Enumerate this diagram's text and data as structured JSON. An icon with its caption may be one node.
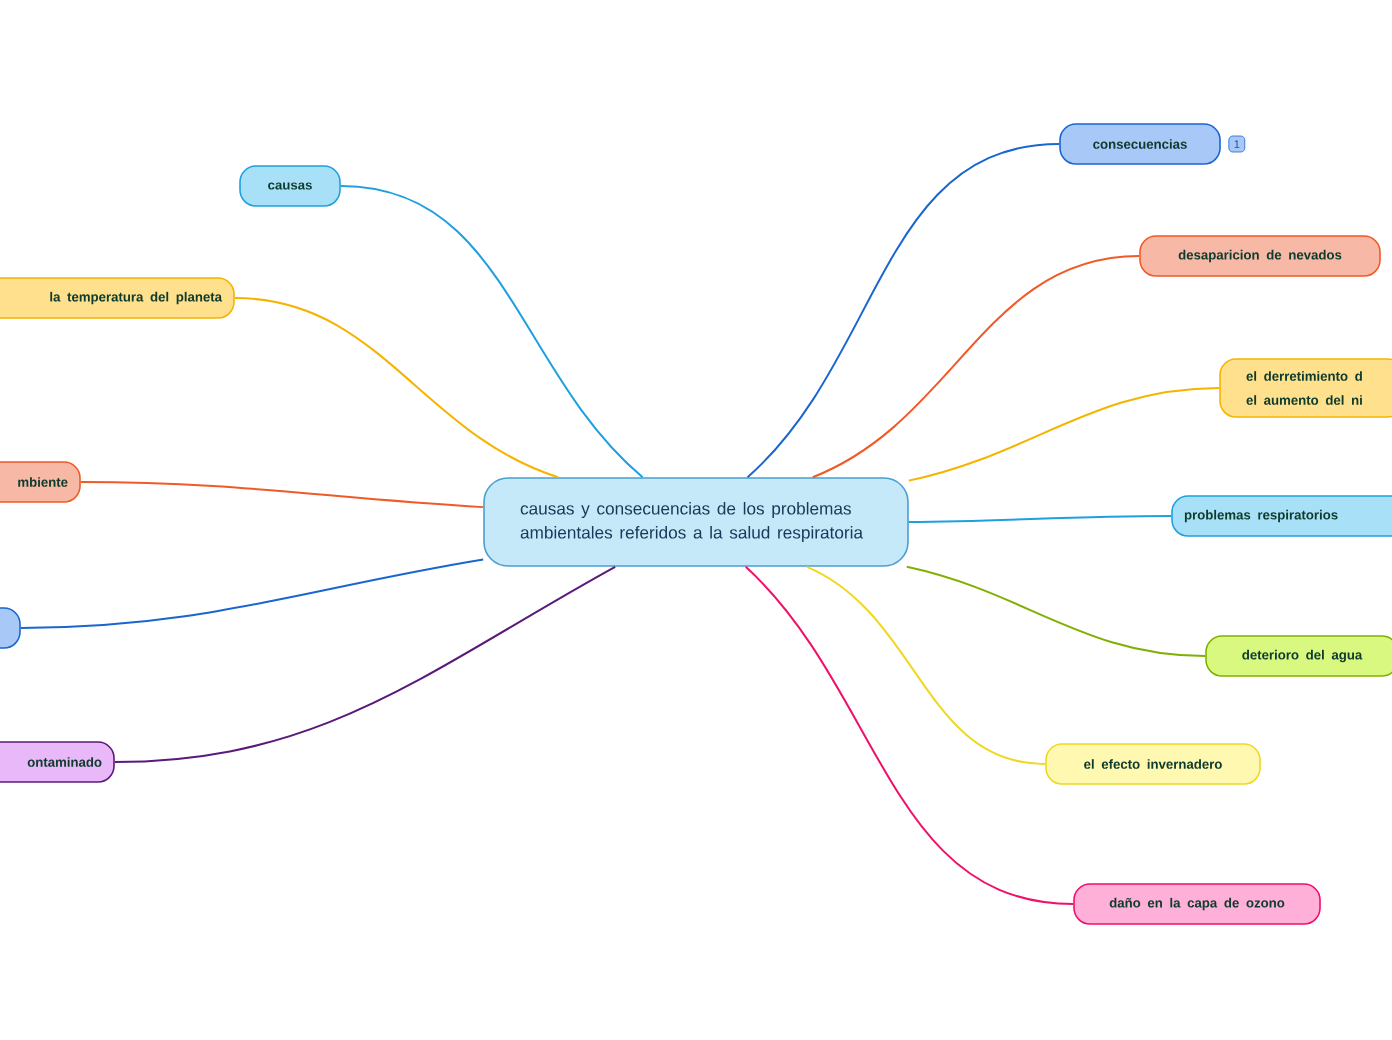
{
  "diagram": {
    "nodes": [
      {
        "text": [
          "causas y consecuencias de los problemas ambientales referidos a la salud respiratoria"
        ]
      },
      {
        "text": [
          "causas"
        ]
      },
      {
        "text": [
          "la temperatura del planeta"
        ]
      },
      {
        "text": [
          "mbiente"
        ]
      },
      {
        "text": [],
        "shape": "box"
      },
      {
        "text": [
          "ontaminado"
        ]
      },
      {
        "text": [
          "consecuencias"
        ],
        "beside": [
          "1"
        ]
      },
      {
        "text": [
          "desaparicion de nevados"
        ]
      },
      {
        "text": [
          "el derretimiento d el aumento del ni"
        ]
      },
      {
        "text": [
          "problemas respiratorios"
        ]
      },
      {
        "text": [
          "deterioro del agua"
        ]
      },
      {
        "text": [
          "el efecto invernadero"
        ]
      },
      {
        "text": [
          "daño en la capa de ozono"
        ]
      }
    ],
    "edges": [
      {
        "from": 0,
        "to": 1,
        "arrow": "none",
        "color": "#1ea0e0"
      },
      {
        "from": 0,
        "to": 2,
        "arrow": "none",
        "color": "#f5b400"
      },
      {
        "from": 0,
        "to": 3,
        "arrow": "none",
        "color": "#f05a28"
      },
      {
        "from": 0,
        "to": 4,
        "arrow": "none",
        "color": "#1a66d0"
      },
      {
        "from": 0,
        "to": 5,
        "arrow": "none",
        "color": "#5a1a7a"
      },
      {
        "from": 0,
        "to": 6,
        "arrow": "none",
        "color": "#1a66d0"
      },
      {
        "from": 0,
        "to": 7,
        "arrow": "none",
        "color": "#f05a28"
      },
      {
        "from": 0,
        "to": 8,
        "arrow": "none",
        "color": "#f5b400"
      },
      {
        "from": 0,
        "to": 9,
        "arrow": "none",
        "color": "#1ea0e0"
      },
      {
        "from": 0,
        "to": 10,
        "arrow": "none",
        "color": "#80b000"
      },
      {
        "from": 0,
        "to": 11,
        "arrow": "none",
        "color": "#f0d820"
      },
      {
        "from": 0,
        "to": 12,
        "arrow": "none",
        "color": "#f0106a"
      }
    ]
  }
}
